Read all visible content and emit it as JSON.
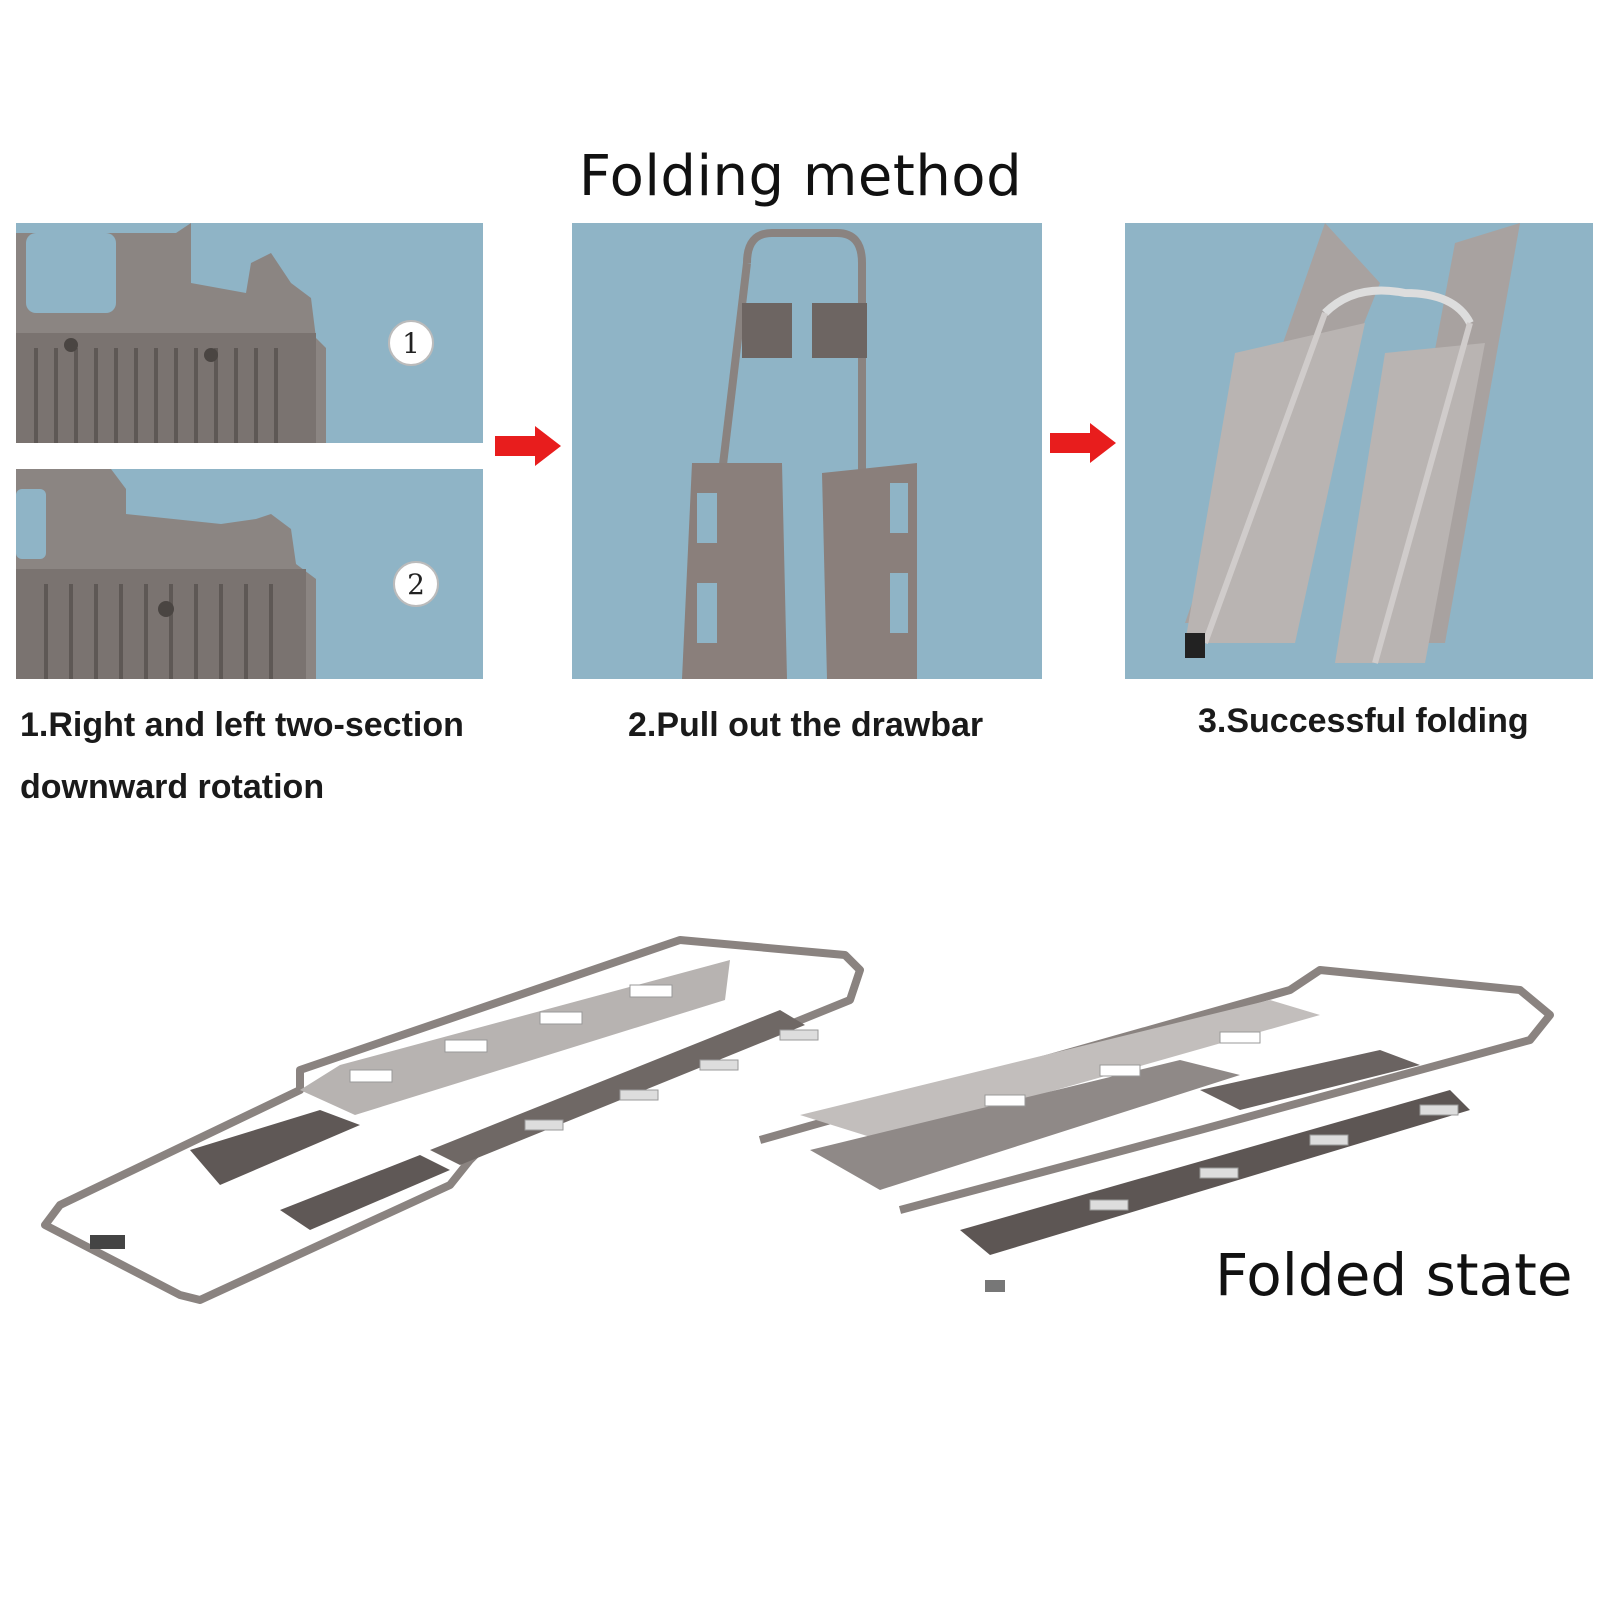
{
  "title": "Folding method",
  "steps": [
    {
      "caption_line1": "1.Right and left two-section",
      "caption_line2": "downward rotation"
    },
    {
      "caption_line1": "2.Pull out the drawbar"
    },
    {
      "caption_line1": "3.Successful folding"
    }
  ],
  "photo_badges": [
    "1",
    "2"
  ],
  "folded_label": "Folded state",
  "colors": {
    "photo_background": "#8fb4c6",
    "arrow": "#e81d1d",
    "metal": "#8a8380"
  }
}
